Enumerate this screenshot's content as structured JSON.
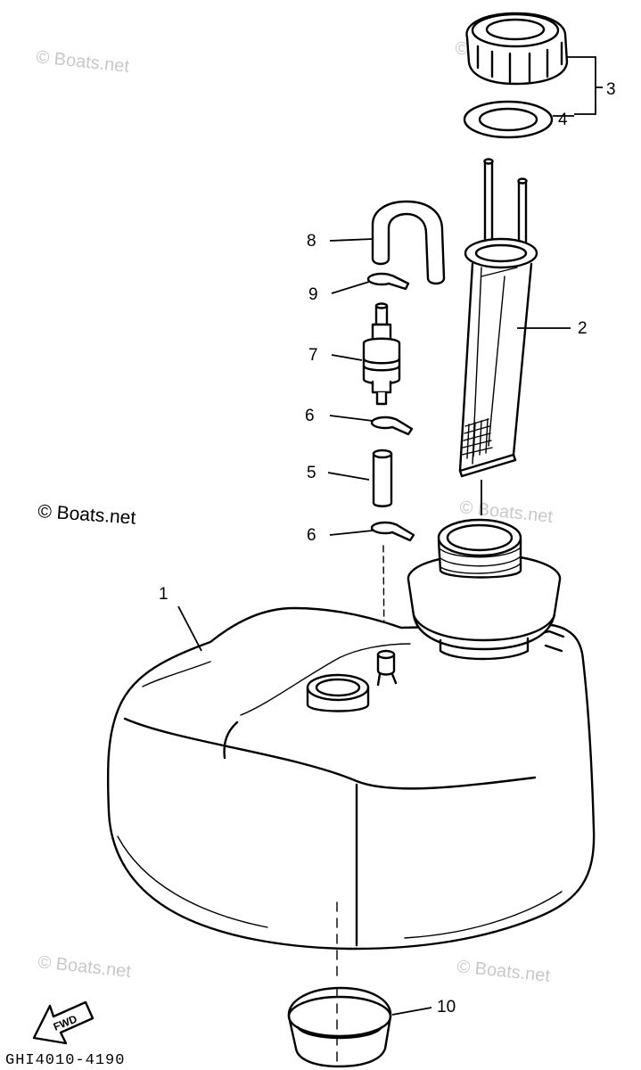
{
  "watermarks": {
    "main": "© Boats.net",
    "faint": "© Boats.net"
  },
  "callouts": [
    {
      "id": "1",
      "label": "1"
    },
    {
      "id": "2",
      "label": "2"
    },
    {
      "id": "3",
      "label": "3"
    },
    {
      "id": "4",
      "label": "4"
    },
    {
      "id": "5",
      "label": "5"
    },
    {
      "id": "6a",
      "label": "6"
    },
    {
      "id": "6b",
      "label": "6"
    },
    {
      "id": "7",
      "label": "7"
    },
    {
      "id": "8",
      "label": "8"
    },
    {
      "id": "9",
      "label": "9"
    },
    {
      "id": "10",
      "label": "10"
    }
  ],
  "fwd_label": "FWD",
  "diagram_code": "GHI4010-4190"
}
